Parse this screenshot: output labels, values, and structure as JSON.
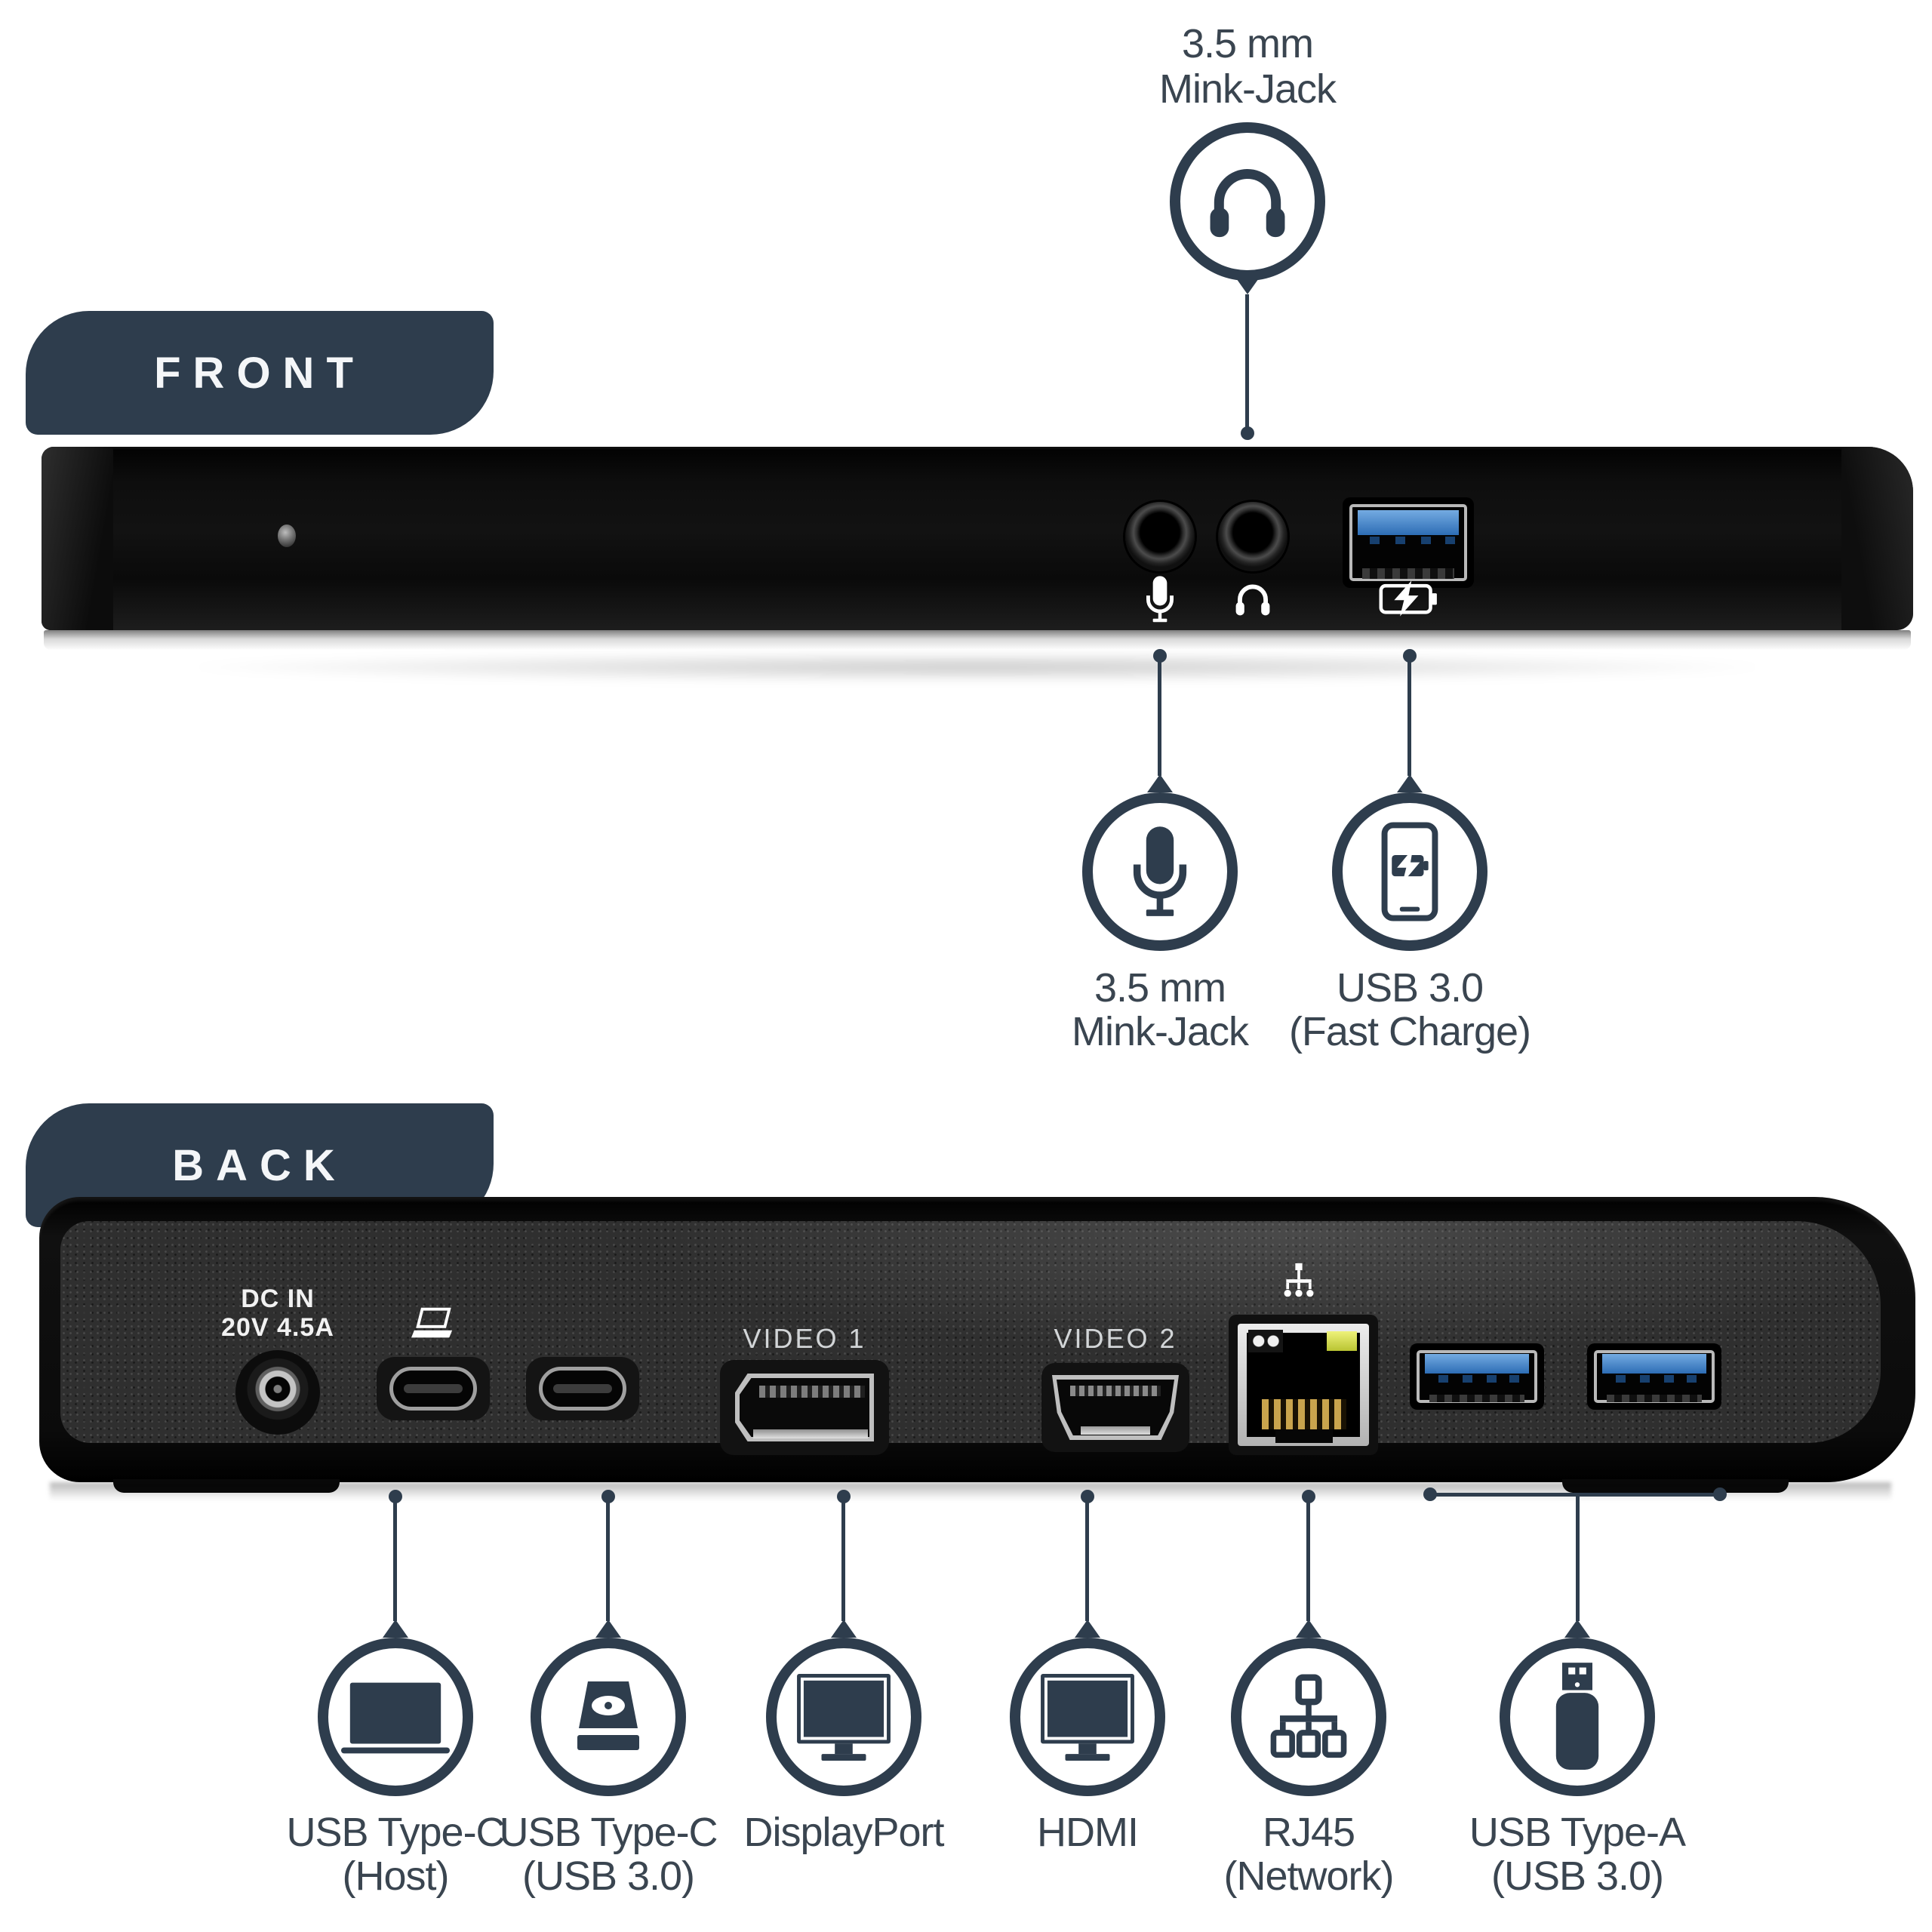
{
  "palette": {
    "navy": "#2e3d4d",
    "label_text": "#3a4550",
    "badge_text": "#f4f6f8",
    "usb_blue": "#2d6db5",
    "rj45_led_yellow": "#c4cf3e",
    "dock_black": "#0d0d0d",
    "metal_gray": "#bfbfbf"
  },
  "front": {
    "badge_label": "FRONT",
    "top_callout": {
      "icon": "headphones-icon",
      "line1": "3.5 mm",
      "line2": "Mink-Jack"
    },
    "device_glyphs": {
      "mic_port_glyph": "microphone-icon",
      "headphone_port_glyph": "headphones-icon",
      "usb_fast_charge_glyph": "battery-charging-icon"
    },
    "callouts": [
      {
        "icon": "microphone-icon",
        "line1": "3.5 mm",
        "line2": "Mink-Jack"
      },
      {
        "icon": "phone-charging-icon",
        "line1": "USB 3.0",
        "line2": "(Fast Charge)"
      }
    ]
  },
  "back": {
    "badge_label": "BACK",
    "device_labels": {
      "dc_line1": "DC IN",
      "dc_line2": "20V 4.5A",
      "video1": "VIDEO 1",
      "video2": "VIDEO 2"
    },
    "device_glyphs": {
      "usb_c_host_glyph": "laptop-icon",
      "network_port_glyph": "network-icon"
    },
    "callouts": [
      {
        "icon": "laptop-icon",
        "line1": "USB Type-C",
        "line2": "(Host)"
      },
      {
        "icon": "hard-drive-icon",
        "line1": "USB Type-C",
        "line2": "(USB 3.0)"
      },
      {
        "icon": "monitor-icon",
        "line1": "DisplayPort",
        "line2": ""
      },
      {
        "icon": "monitor-icon",
        "line1": "HDMI",
        "line2": ""
      },
      {
        "icon": "network-icon",
        "line1": "RJ45",
        "line2": "(Network)"
      },
      {
        "icon": "usb-flash-drive-icon",
        "line1": "USB Type-A",
        "line2": "(USB 3.0)"
      }
    ]
  }
}
